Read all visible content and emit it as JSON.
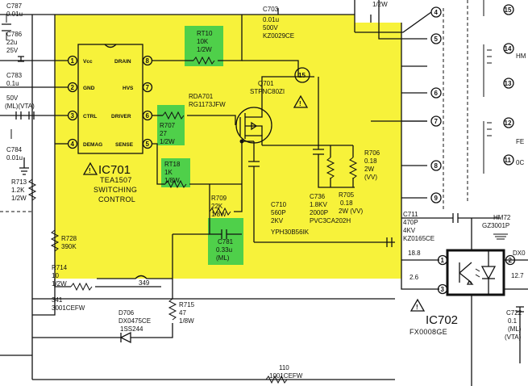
{
  "colors": {
    "highlight_yellow": "#f7f23a",
    "highlight_green": "#4fd04a",
    "ink": "#111111"
  },
  "ic701": {
    "ref": "IC701",
    "part": "TEA1507",
    "function_1": "SWITCHING",
    "function_2": "CONTROL",
    "pins": {
      "p1": "Vcc",
      "p2": "GND",
      "p3": "CTRL",
      "p4": "DEMAG",
      "p5": "SENSE",
      "p6": "DRIVER",
      "p7": "HVS",
      "p8": "DRAIN"
    },
    "pin_nums": [
      "1",
      "2",
      "3",
      "4",
      "5",
      "6",
      "7",
      "8"
    ]
  },
  "q701": {
    "ref": "Q701",
    "part": "STPNC80ZI",
    "node": "15"
  },
  "rda701": {
    "ref": "RDA701",
    "part": "RG1173JFW"
  },
  "ic702": {
    "ref": "IC702",
    "part": "FX0008GE",
    "pins": [
      "1",
      "2",
      "3"
    ]
  },
  "components": {
    "c787": {
      "ref": "C787",
      "value": "0.01u"
    },
    "c786": {
      "ref": "C786",
      "value": "22u",
      "voltage": "25V"
    },
    "c783": {
      "ref": "C783",
      "value": "0.1u"
    },
    "c_ml": {
      "voltage": "50V",
      "spec": "(ML)(VTA)"
    },
    "c784": {
      "ref": "C784",
      "value": "0.01u"
    },
    "r713": {
      "ref": "R713",
      "value": "1.2K",
      "power": "1/2W"
    },
    "r728": {
      "ref": "R728",
      "value": "390K"
    },
    "r714": {
      "ref": "R714",
      "value": "10",
      "power": "1/2W"
    },
    "c703": {
      "ref": "C703",
      "value": "0.01u",
      "voltage": "500V",
      "part": "KZ0029CE"
    },
    "rt10": {
      "ref": "RT10",
      "value": "10K",
      "power": "1/2W"
    },
    "r707": {
      "ref": "R707",
      "value": "27",
      "power": "1/2W"
    },
    "rt18": {
      "ref": "RT18",
      "value": "1K",
      "power": "1/8W"
    },
    "r709": {
      "ref": "R709",
      "value": "22K",
      "power": "1/8W"
    },
    "c781": {
      "ref": "C781",
      "value": "0.33u",
      "spec": "(ML)"
    },
    "c710": {
      "ref": "C710",
      "value": "560P",
      "voltage": "2KV",
      "part": "YPH30B56IK"
    },
    "c736": {
      "ref": "C736",
      "voltage": "1.8KV",
      "value": "2000P",
      "part": "PVC3CA202H"
    },
    "r705": {
      "ref": "R705",
      "value": "0.18",
      "power": "2W (VV)"
    },
    "r706": {
      "ref": "R706",
      "value": "0.18",
      "power": "2W",
      "spec": "(VV)"
    },
    "c711": {
      "ref": "C711",
      "value": "470P",
      "voltage": "4KV",
      "part": "KZ0165CE"
    },
    "d706": {
      "ref": "D706",
      "part": "DX0475CE",
      "type": "1SS244"
    },
    "r715": {
      "ref": "R715",
      "value": "47",
      "power": "1/8W"
    },
    "n341": {
      "ref": "341",
      "part": "3001CEFW"
    },
    "n349": {
      "ref": "349"
    },
    "n_bottom": {
      "ref": "110",
      "part": "1001CEFW"
    },
    "c722": {
      "ref": "C722",
      "value": "0.1",
      "spec": "(ML)",
      "spec2": "(VTA)"
    },
    "hm72": {
      "ref": "HM72",
      "part": "GZ3001P"
    },
    "top_right": {
      "label": "1/2W"
    },
    "right_edge": {
      "dx0": "DX0",
      "u12": "12.7",
      "fe": "FE",
      "oc": "0C",
      "hm": "HM"
    }
  },
  "nodes": {
    "n18_8": "18.8",
    "n2_6": "2.6",
    "right_pins": [
      "4",
      "5",
      "6",
      "7"
    ],
    "tx_pins": [
      "8",
      "9"
    ],
    "far_pins": [
      "15",
      "14",
      "13",
      "12",
      "11"
    ]
  }
}
